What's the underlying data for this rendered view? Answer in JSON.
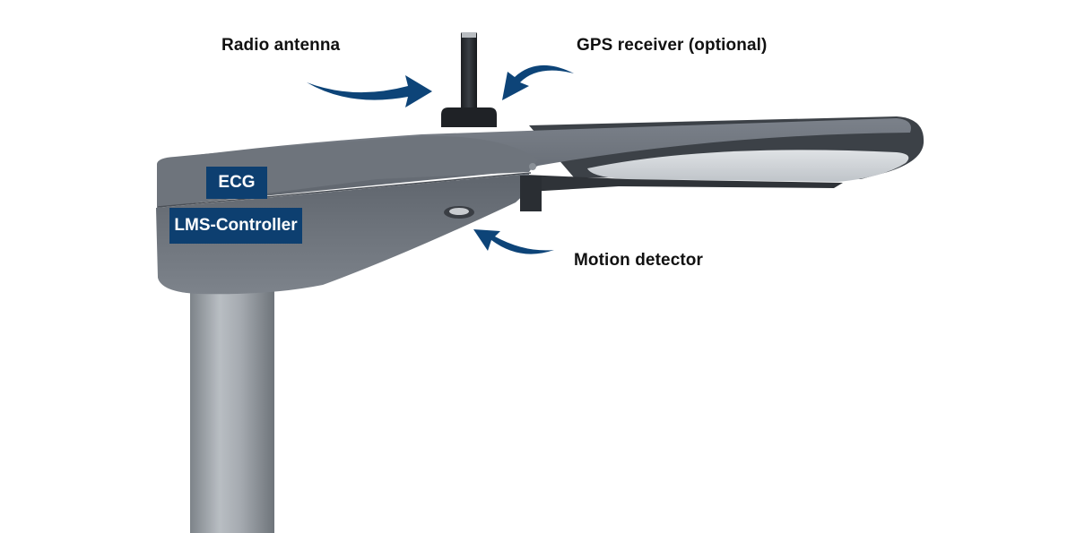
{
  "labels": {
    "radio_antenna": "Radio antenna",
    "gps_receiver": "GPS receiver (optional)",
    "motion_detector": "Motion detector",
    "ecg": "ECG",
    "lms_controller": "LMS-Controller"
  },
  "colors": {
    "arrow": "#0d4478",
    "box_fill": "#0d3f70",
    "housing": "#6b7179",
    "pole": "#9aa0a6"
  }
}
